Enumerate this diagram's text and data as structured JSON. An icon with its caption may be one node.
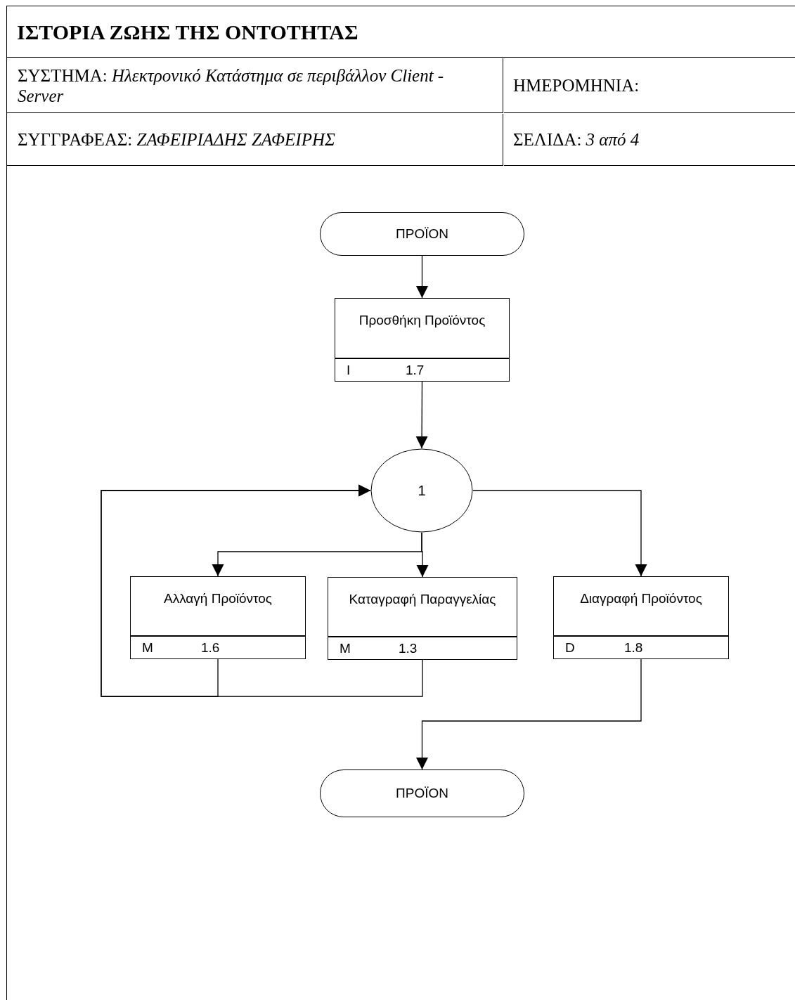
{
  "diagram": {
    "title": "ΙΣΤΟΡΙΑ ΖΩΗΣ ΤΗΣ ΟΝΤΟΤΗΤΑΣ",
    "nodes": [
      {
        "text": [
          "ΠΡΟΪΟΝ"
        ]
      },
      {
        "text": [
          "Προσθήκη Προϊόντος",
          "I",
          "1.7"
        ]
      },
      {
        "text": [
          "1"
        ]
      },
      {
        "text": [
          "Αλλαγή Προϊόντος",
          "M",
          "1.6"
        ]
      },
      {
        "text": [
          "Καταγραφή Παραγγελίας",
          "M",
          "1.3"
        ]
      },
      {
        "text": [
          "Διαγραφή Προϊόντος",
          "D",
          "1.8"
        ]
      },
      {
        "text": [
          "ΠΡΟΪΟΝ"
        ]
      }
    ],
    "edges": [
      {
        "from": 0,
        "to": 1,
        "arrow": "to"
      },
      {
        "from": 1,
        "to": 2,
        "arrow": "to"
      },
      {
        "from": 2,
        "to": 3,
        "arrow": "to"
      },
      {
        "from": 2,
        "to": 4,
        "arrow": "to"
      },
      {
        "from": 2,
        "to": 5,
        "arrow": "to"
      },
      {
        "from": 3,
        "to": 2,
        "arrow": "to"
      },
      {
        "from": 4,
        "to": 2,
        "arrow": "to"
      },
      {
        "from": 5,
        "to": 6,
        "arrow": "to"
      }
    ],
    "labels": [
      "ΣΥΣΤΗΜΑ: *Ηλεκτρονικό Κατάστημα σε περιβάλλον Client - Server*",
      "ΗΜΕΡΟΜΗΝΙΑ:",
      "ΣΥΓΓΡΑΦΕΑΣ: *ΖΑΦΕΙΡΙΑΔΗΣ ΖΑΦΕΙΡΗΣ*",
      "ΣΕΛΙΔΑ: *3 από 4*"
    ]
  }
}
